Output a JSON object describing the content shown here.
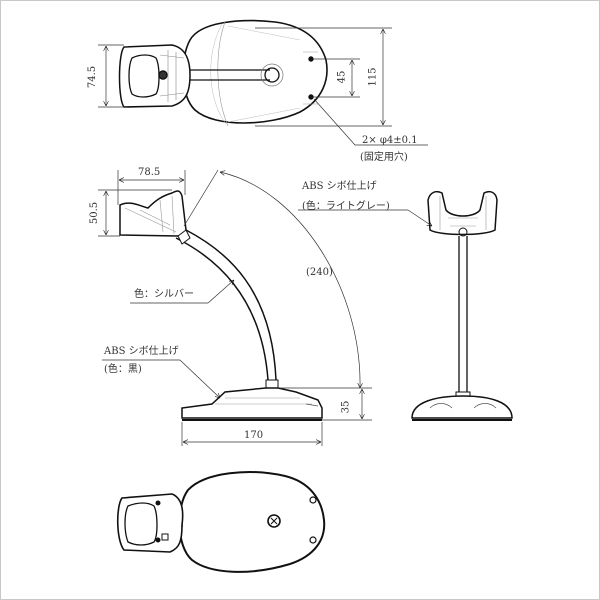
{
  "drawing": {
    "subject": "scanner-stand",
    "top_view": {
      "dims": {
        "width_left": "74.5",
        "hole_spacing": "45",
        "base_width": "115"
      },
      "callout": {
        "line1": "2× φ4±0.1",
        "line2": "(固定用穴)"
      }
    },
    "side_view": {
      "dims": {
        "head_width": "78.5",
        "head_height": "50.5",
        "arc": "(240)",
        "base_height": "35",
        "base_length": "170"
      },
      "callouts": {
        "neck": "色：シルバー",
        "base_line1": "ABS シボ仕上げ",
        "base_line2": "(色：黒)"
      }
    },
    "front_view": {
      "callout": {
        "line1": "ABS シボ仕上げ",
        "line2": "(色：ライトグレー)"
      }
    },
    "bottom_view": {}
  },
  "colors": {
    "line": "#111111",
    "thin": "#888888",
    "frame": "#c8c8c8",
    "fill": "#ffffff"
  }
}
